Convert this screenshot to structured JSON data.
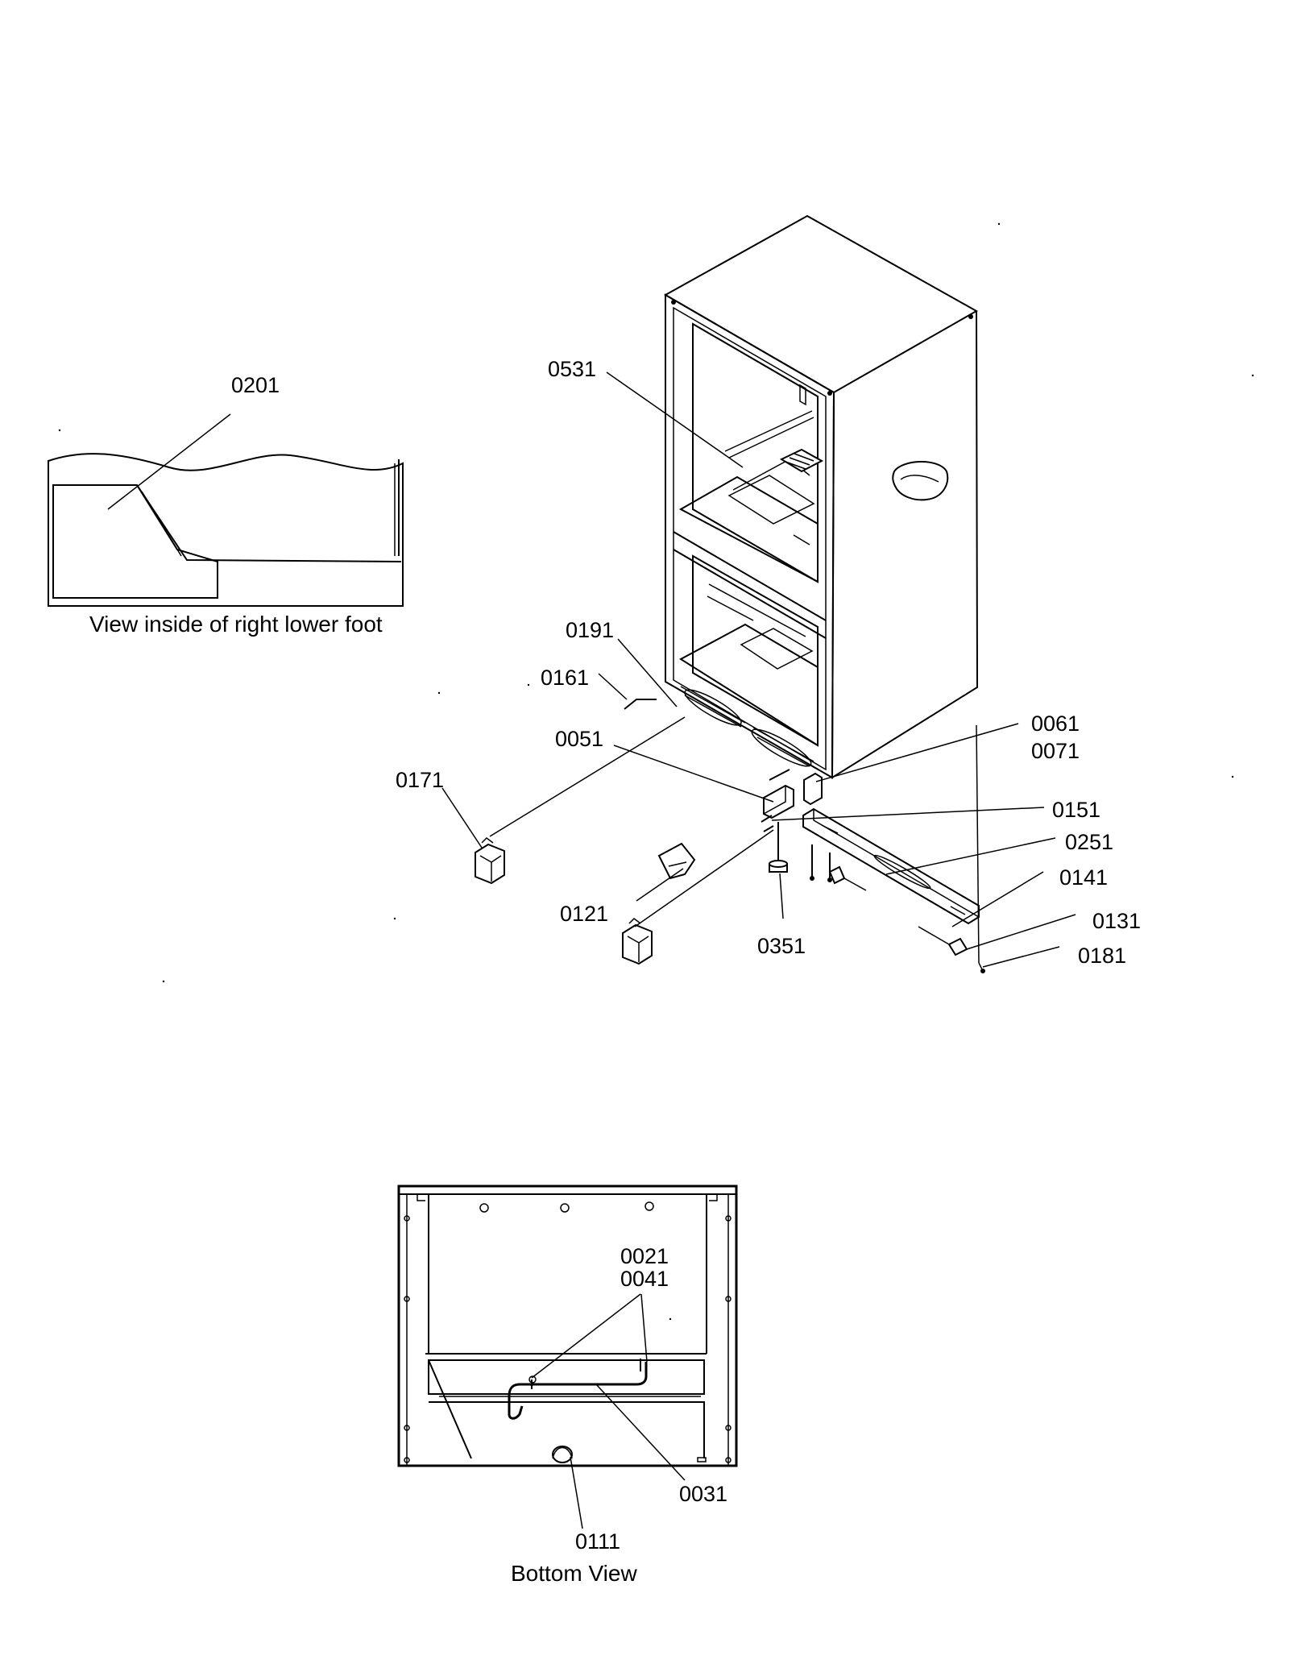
{
  "captions": {
    "inset": "View inside of right lower foot",
    "bottom": "Bottom View"
  },
  "callouts": {
    "c0201": "0201",
    "c0531": "0531",
    "c0191": "0191",
    "c0161": "0161",
    "c0051": "0051",
    "c0171": "0171",
    "c0061": "0061",
    "c0071": "0071",
    "c0151": "0151",
    "c0251": "0251",
    "c0141": "0141",
    "c0131": "0131",
    "c0181": "0181",
    "c0121": "0121",
    "c0351": "0351",
    "c0021": "0021",
    "c0041": "0041",
    "c0031": "0031",
    "c0111": "0111"
  }
}
